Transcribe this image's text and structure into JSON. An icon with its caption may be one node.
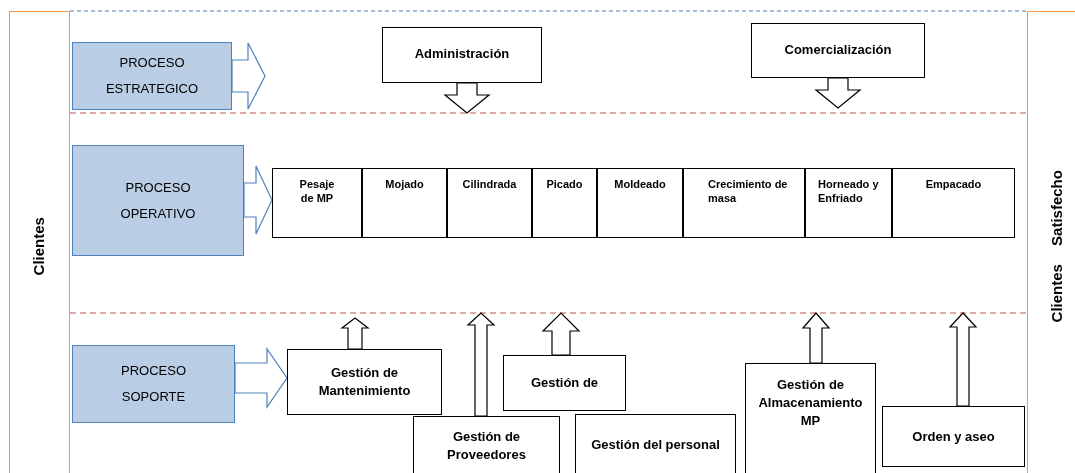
{
  "diagram": {
    "nodes": [
      {
        "text": [
          "Clientes"
        ]
      },
      {
        "text": [
          "Clientes Satisfecho"
        ]
      },
      {
        "text": [
          "PROCESO ESTRATEGICO"
        ]
      },
      {
        "text": [
          "Administración"
        ]
      },
      {
        "text": [
          "Comercialización"
        ]
      },
      {
        "text": [
          "PROCESO OPERATIVO"
        ]
      },
      {
        "text": [
          "Pesaje de MP"
        ]
      },
      {
        "text": [
          "Mojado"
        ]
      },
      {
        "text": [
          "Cilindrada"
        ]
      },
      {
        "text": [
          "Picado"
        ]
      },
      {
        "text": [
          "Moldeado"
        ]
      },
      {
        "text": [
          "Crecimiento de masa"
        ]
      },
      {
        "text": [
          "Horneado y Enfriado"
        ]
      },
      {
        "text": [
          "Empacado"
        ]
      },
      {
        "text": [
          "PROCESO SOPORTE"
        ]
      },
      {
        "text": [
          "Gestión de Mantenimiento"
        ]
      },
      {
        "text": [
          "Gestión de Proveedores"
        ]
      },
      {
        "text": [
          "Gestión de"
        ]
      },
      {
        "text": [
          "Gestión del personal"
        ]
      },
      {
        "text": [
          "Gestión de Almacenamiento MP"
        ]
      },
      {
        "text": [
          "Orden y aseo"
        ]
      }
    ],
    "edges": [
      {
        "from": 2,
        "to": null,
        "arrow": "to",
        "color": "#4f81bd"
      },
      {
        "from": 5,
        "to": 6,
        "arrow": "to",
        "color": "#4f81bd"
      },
      {
        "from": 14,
        "to": 15,
        "arrow": "to",
        "color": "#4f81bd"
      },
      {
        "from": 3,
        "to": null,
        "arrow": "to"
      },
      {
        "from": 4,
        "to": null,
        "arrow": "to"
      },
      {
        "from": 15,
        "to": null,
        "arrow": "to"
      },
      {
        "from": 16,
        "to": null,
        "arrow": "to"
      },
      {
        "from": 17,
        "to": null,
        "arrow": "to"
      },
      {
        "from": 19,
        "to": null,
        "arrow": "to"
      },
      {
        "from": 20,
        "to": null,
        "arrow": "to"
      }
    ]
  }
}
